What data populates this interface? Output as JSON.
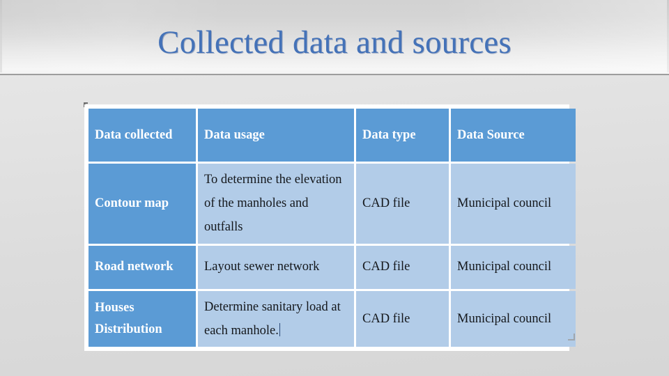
{
  "slide": {
    "title": "Collected data and sources",
    "title_color": "#4472b8",
    "background_color": "#dedede",
    "banner_border_color": "#9d9d9d"
  },
  "table": {
    "header_bg": "#5b9bd5",
    "header_text_color": "#ffffff",
    "row_header_bg": "#5b9bd5",
    "body_bg": "#b2cce8",
    "body_text_color": "#15181c",
    "gridline_color": "#ffffff",
    "columns": [
      "Data collected",
      "Data usage",
      "Data type",
      "Data Source"
    ],
    "rows": [
      {
        "data_collected": "Contour map",
        "data_collected_line1": "Contour map",
        "data_collected_line2": "",
        "data_usage": "To determine the elevation of the manholes and outfalls",
        "data_type": "CAD file",
        "data_source": "Municipal council"
      },
      {
        "data_collected": "Road network",
        "data_collected_line1": "Road network",
        "data_collected_line2": "",
        "data_usage": "Layout sewer network",
        "data_type": "CAD file",
        "data_source": "Municipal council"
      },
      {
        "data_collected": "Houses Distribution",
        "data_collected_line1": "Houses",
        "data_collected_line2": "Distribution",
        "data_usage": "Determine sanitary load at each manhole.",
        "data_type": "CAD file",
        "data_source": "Municipal council"
      }
    ]
  },
  "editing": {
    "caret_in_cell": "row3-data-usage",
    "caret_visible": true
  },
  "handles": {
    "move_handle": "table-move-handle",
    "resize_handle": "table-resize-handle"
  }
}
